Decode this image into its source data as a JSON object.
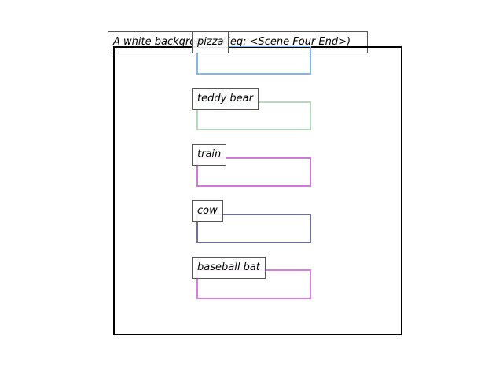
{
  "caption": "A white background (Neg: <Scene Four End>)",
  "objects": [
    {
      "label": "pizza",
      "color": "#7fb7ec"
    },
    {
      "label": "teddy bear",
      "color": "#b6d9bd"
    },
    {
      "label": "train",
      "color": "#cf7ad9"
    },
    {
      "label": "cow",
      "color": "#6f6f93"
    },
    {
      "label": "baseball bat",
      "color": "#d77fe1"
    }
  ]
}
